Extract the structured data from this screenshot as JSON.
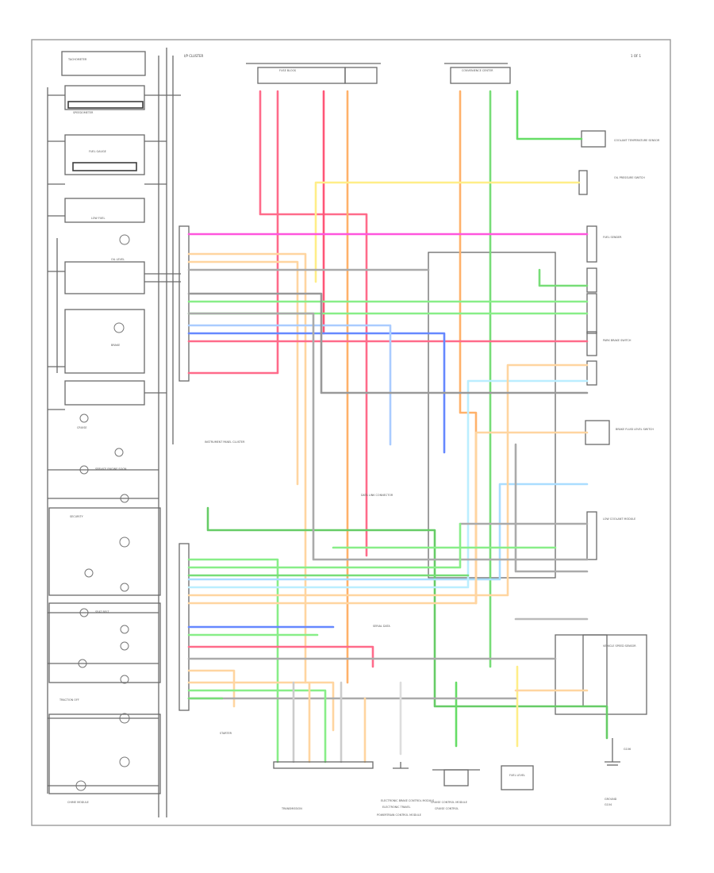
{
  "diagram": {
    "title_corner": "1 OF 1",
    "top_left_label": "I/P CLUSTER",
    "bottom_left_label": "",
    "left_panel_labels": [
      "TACHOMETER",
      "SPEEDOMETER",
      "FUEL GAUGE",
      "LOW FUEL",
      "OIL LEVEL",
      "BRAKE",
      "SERVICE ENGINE SOON",
      "CRUISE",
      "SECURITY",
      "TRACTION OFF",
      "SEAT BELT",
      "CHIME MODULE"
    ],
    "center_labels": [
      "INSTRUMENT PANEL CLUSTER",
      "POWERTRAIN CONTROL MODULE",
      "DATA LINK CONNECTOR",
      "ELECTRONIC BRAKE CONTROL MODULE",
      "SERIAL DATA",
      "CRUISE CONTROL MODULE",
      "FUSE BLOCK",
      "CONVENIENCE CENTER"
    ],
    "right_labels": [
      "COOLANT TEMPERATURE SENSOR",
      "OIL PRESSURE SWITCH",
      "FUEL SENDER",
      "PARK BRAKE SWITCH",
      "BRAKE FLUID LEVEL SWITCH",
      "LOW COOLANT MODULE",
      "VEHICLE SPEED SENSOR",
      "G106",
      "G104"
    ],
    "bottom_labels": [
      "STARTER",
      "TRANSMISSION",
      "ELECTRONIC TRAVEL",
      "CRUISE CONTROL",
      "FUEL LEVEL",
      "GROUND"
    ]
  }
}
